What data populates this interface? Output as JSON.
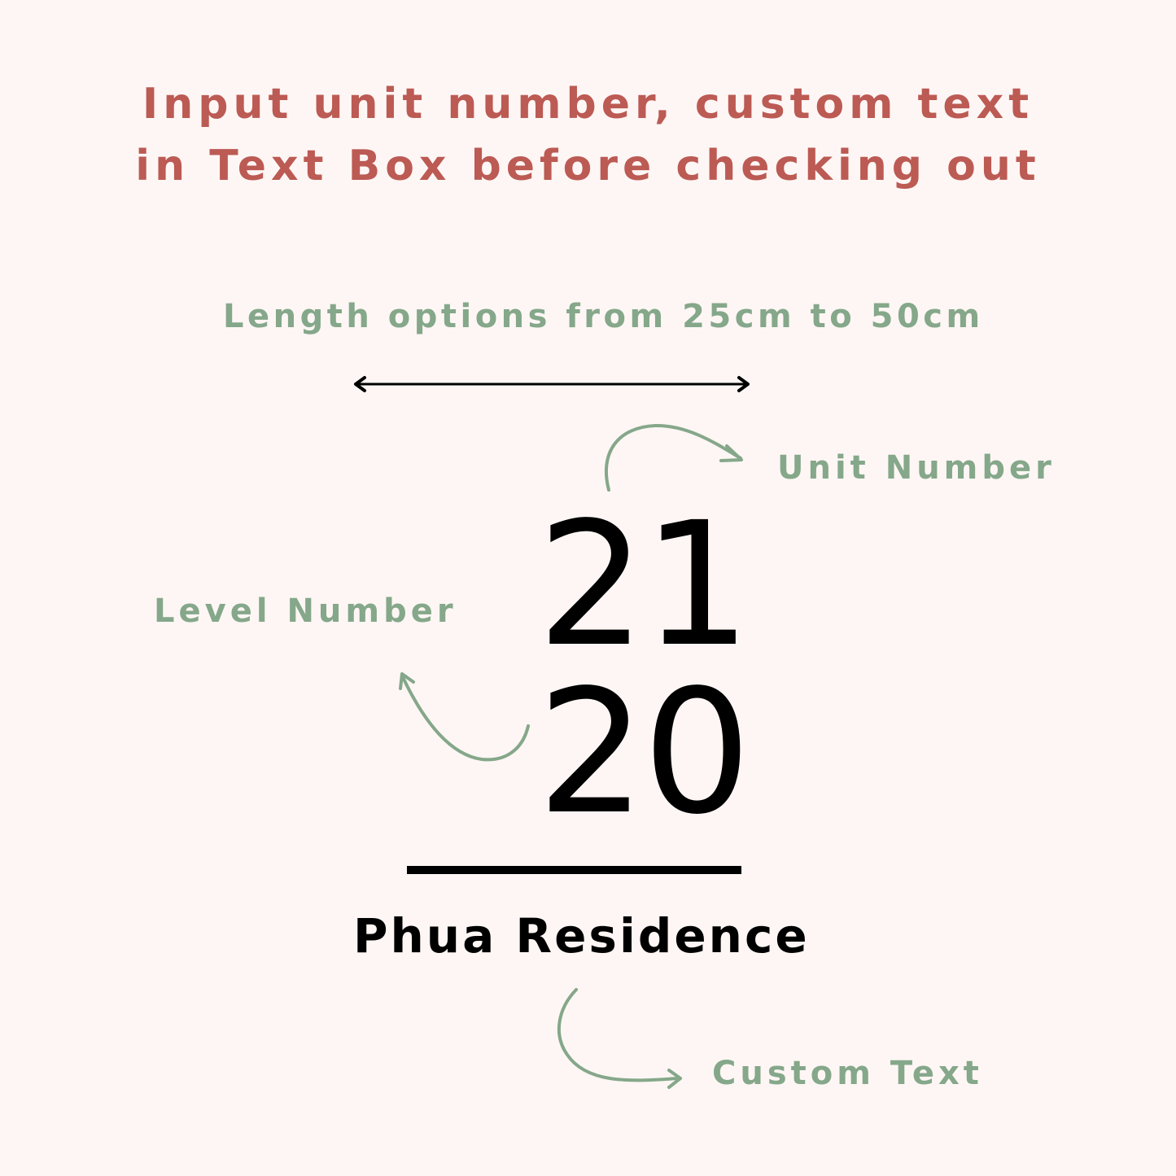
{
  "headline": {
    "line1": "Input unit number, custom text",
    "line2": "in Text Box before checking out",
    "color": "#bc5a54"
  },
  "dimension": {
    "label": "Length options from 25cm to 50cm",
    "arrow_icon": "double-headed-arrow"
  },
  "annotations": {
    "unit_label": "Unit Number",
    "level_label": "Level Number",
    "custom_label": "Custom Text",
    "color": "#85a78a"
  },
  "sign": {
    "unit_number": "21",
    "level_number": "20",
    "custom_text": "Phua Residence"
  },
  "colors": {
    "background": "#fdf6f4",
    "ink": "#000000"
  }
}
